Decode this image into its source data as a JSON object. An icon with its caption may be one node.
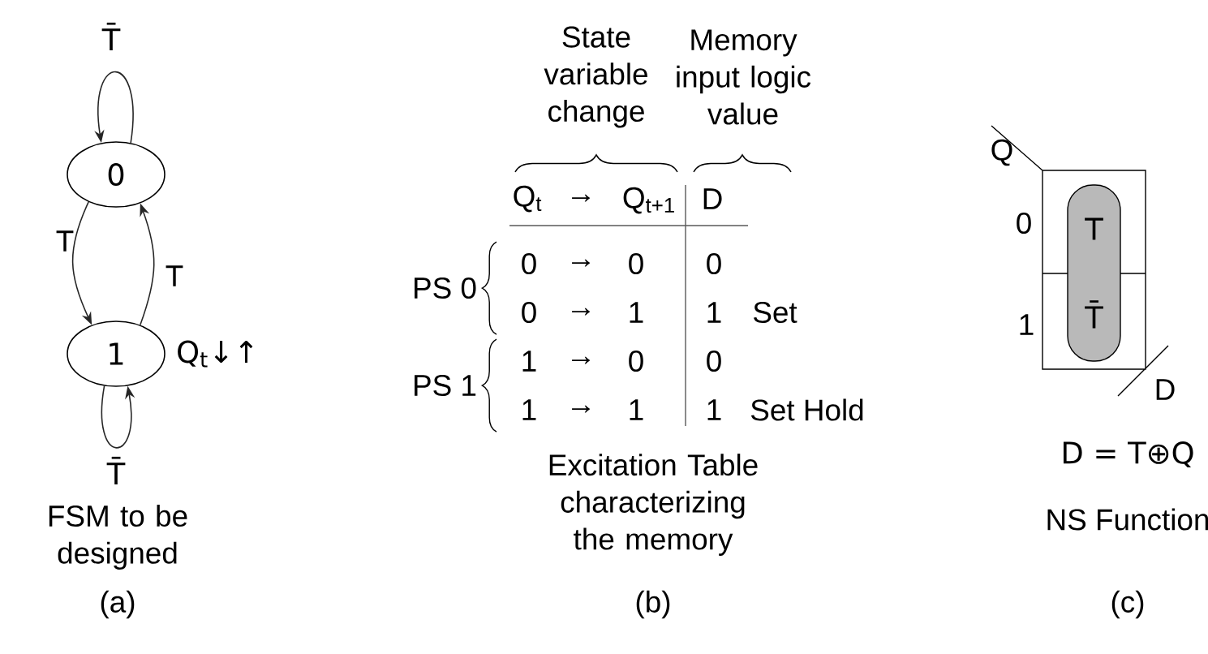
{
  "diagram": {
    "nodes": [
      {
        "text": [
          "0"
        ]
      },
      {
        "text": [
          "1"
        ],
        "beside": [
          "Q$_{t}$↓↑"
        ]
      },
      {
        "text": [
          "T",
          "T̄"
        ]
      }
    ],
    "edges": [
      {
        "from": 0,
        "to": 0,
        "arrow": "to",
        "label": "T̄"
      },
      {
        "from": 0,
        "to": 1,
        "arrow": "to",
        "label": "T"
      },
      {
        "from": 1,
        "to": 0,
        "arrow": "to",
        "label": "T"
      },
      {
        "from": 1,
        "to": 1,
        "arrow": "to",
        "label": "T̄"
      }
    ],
    "labels": [
      "State variable change",
      "Memory input logic value",
      "Q$_{t}$",
      "→",
      "Q$_{t+1}$",
      "D",
      "0",
      "→",
      "0",
      "0",
      "PS 0",
      "0",
      "→",
      "1",
      "1",
      "Set",
      "1",
      "→",
      "0",
      "0",
      "PS 1",
      "1",
      "→",
      "1",
      "1",
      "Set Hold",
      "Excitation Table characterizing the memory",
      "(b)",
      "FSM to be designed",
      "(a)",
      "Q",
      "0",
      "1",
      "D",
      "D = T⊕Q",
      "NS Function",
      "(c)"
    ]
  }
}
